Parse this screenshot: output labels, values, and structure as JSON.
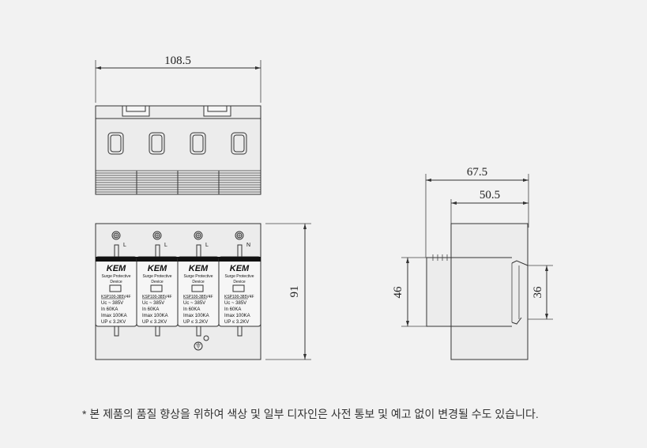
{
  "dimensions": {
    "width_total": "108.5",
    "height_total": "91",
    "depth_total": "67.5",
    "depth_partial": "50.5",
    "side_height": "46",
    "rail_height": "36"
  },
  "modules": [
    {
      "logo": "KEM",
      "line1": "Surge Protective",
      "line2": "Device",
      "model": "KSP100-385V4F",
      "uc": "Uc  ~  385V",
      "in": "In      60KA",
      "imax": "Imax  100KA",
      "up": "UP  ≤  3.2KV",
      "terminal": "L"
    },
    {
      "logo": "KEM",
      "line1": "Surge Protective",
      "line2": "Device",
      "model": "KSP100-385V4F",
      "uc": "Uc  ~  385V",
      "in": "In      60KA",
      "imax": "Imax  100KA",
      "up": "UP  ≤  3.2KV",
      "terminal": "L"
    },
    {
      "logo": "KEM",
      "line1": "Surge Protective",
      "line2": "Device",
      "model": "KSP100-385V4F",
      "uc": "Uc  ~  385V",
      "in": "In      60KA",
      "imax": "Imax  100KA",
      "up": "UP  ≤  3.2KV",
      "terminal": "L"
    },
    {
      "logo": "KEM",
      "line1": "Surge Protective",
      "line2": "Device",
      "model": "KSP100-385V4F",
      "uc": "Uc  ~  385V",
      "in": "In      60KA",
      "imax": "Imax  100KA",
      "up": "UP  ≤  3.2KV",
      "terminal": "N"
    }
  ],
  "footnote": "* 본 제품의 품질 향상을 위하여 색상 및 일부 디자인은 사전 통보 및 예고 없이 변경될 수도 있습니다."
}
